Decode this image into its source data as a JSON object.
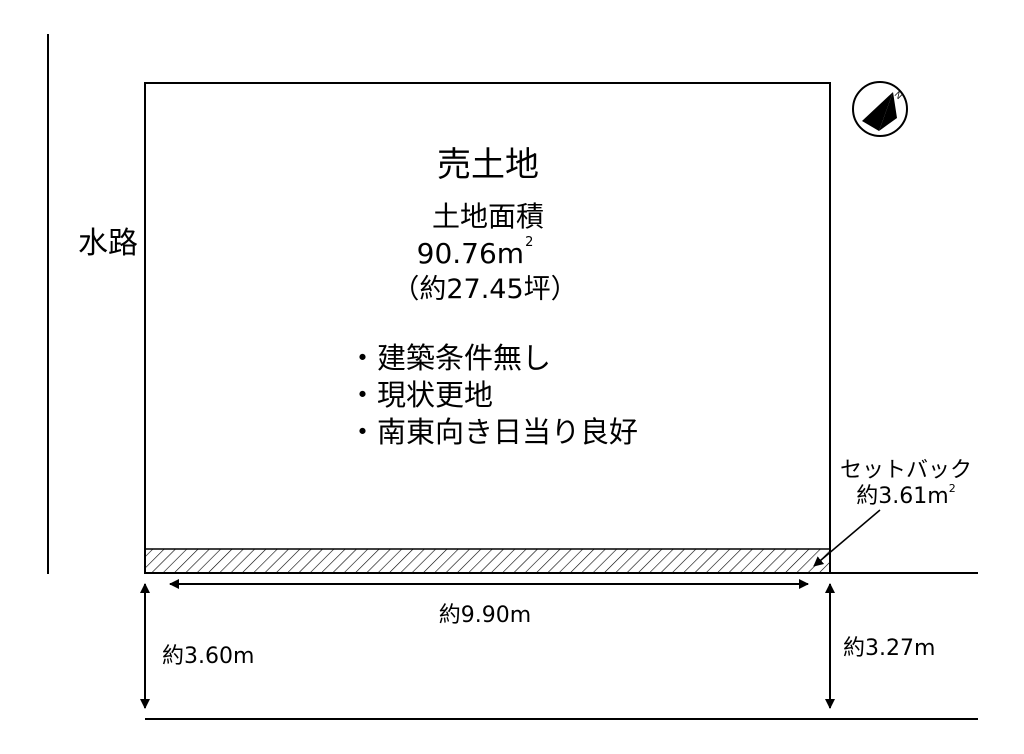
{
  "title": "売土地",
  "land_area": {
    "label": "土地面積",
    "value": "90.76m",
    "unit_sup": "2",
    "tsubo": "（約27.45坪）"
  },
  "features": [
    "・建築条件無し",
    "・現状更地",
    "・南東向き日当り良好"
  ],
  "waterway_label": "水路",
  "setback": {
    "label": "セットバック",
    "area": "約3.61m",
    "unit_sup": "2"
  },
  "dimensions": {
    "width": "約9.90m",
    "left_depth": "約3.60m",
    "right_depth": "約3.27m"
  },
  "compass": {
    "label": "N"
  }
}
